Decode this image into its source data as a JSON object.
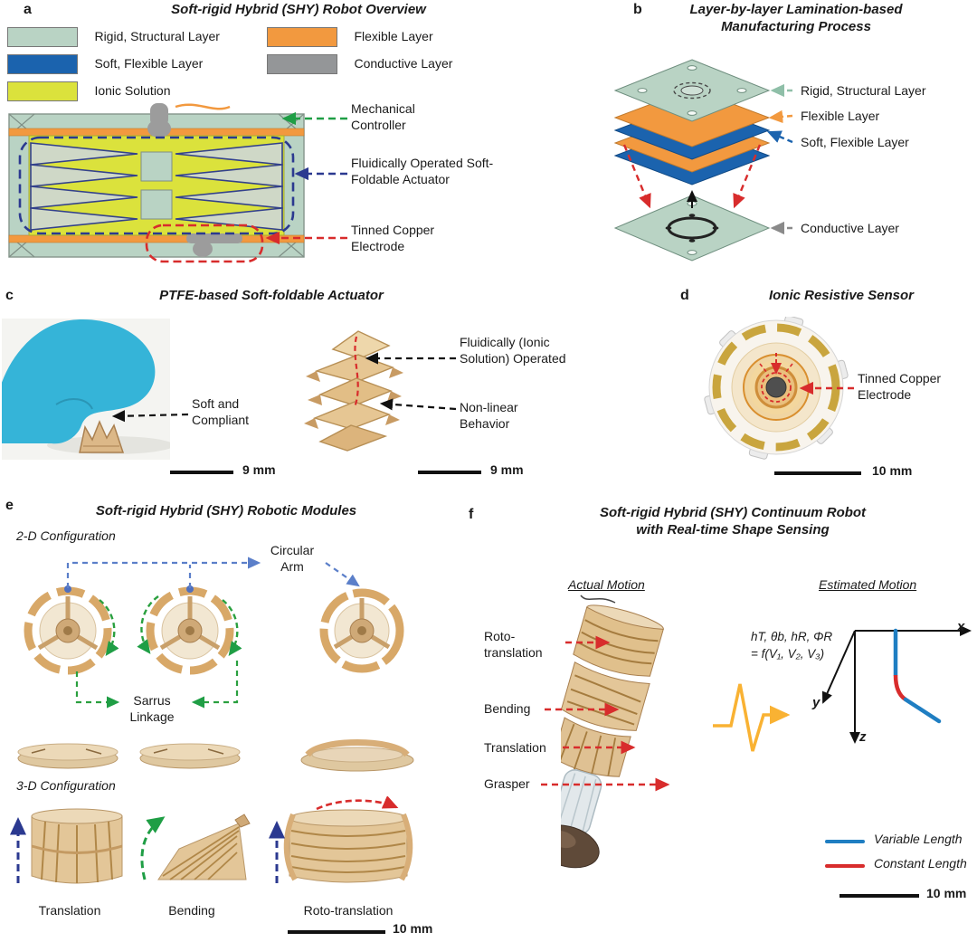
{
  "panel_a": {
    "label": "a",
    "title": "Soft-rigid Hybrid (SHY) Robot Overview",
    "legend": [
      {
        "label": "Rigid, Structural Layer",
        "color": "#b9d3c4"
      },
      {
        "label": "Soft, Flexible Layer",
        "color": "#1b63ae"
      },
      {
        "label": "Ionic Solution",
        "color": "#dbe23c"
      },
      {
        "label": "Flexible Layer",
        "color": "#f2993f"
      },
      {
        "label": "Conductive Layer",
        "color": "#949698"
      }
    ],
    "annotations": {
      "controller": "Mechanical Controller",
      "actuator": "Fluidically Operated Soft-Foldable Actuator",
      "electrode": "Tinned Copper Electrode"
    }
  },
  "panel_b": {
    "label": "b",
    "title_line1": "Layer-by-layer Lamination-based",
    "title_line2": "Manufacturing Process",
    "annotations": {
      "rigid": "Rigid, Structural Layer",
      "flexible": "Flexible Layer",
      "soft": "Soft, Flexible Layer",
      "conductive": "Conductive Layer"
    }
  },
  "panel_c": {
    "label": "c",
    "title": "PTFE-based Soft-foldable Actuator",
    "annotations": {
      "soft_compliant": "Soft and Compliant",
      "fluidic": "Fluidically (Ionic Solution) Operated",
      "nonlinear": "Non-linear Behavior"
    },
    "scale_left": "9 mm",
    "scale_right": "9 mm"
  },
  "panel_d": {
    "label": "d",
    "title": "Ionic Resistive Sensor",
    "annotation": "Tinned Copper Electrode",
    "scale": "10 mm"
  },
  "panel_e": {
    "label": "e",
    "title": "Soft-rigid Hybrid (SHY) Robotic Modules",
    "config_2d": "2-D Configuration",
    "config_3d": "3-D Configuration",
    "circular_arm": "Circular Arm",
    "sarrus_linkage": "Sarrus Linkage",
    "captions": [
      "Translation",
      "Bending",
      "Roto-translation"
    ],
    "scale": "10 mm"
  },
  "panel_f": {
    "label": "f",
    "title_line1": "Soft-rigid Hybrid (SHY) Continuum Robot",
    "title_line2": "with Real-time Shape Sensing",
    "actual_motion": "Actual Motion",
    "estimated_motion": "Estimated Motion",
    "motion_labels": [
      "Roto-translation",
      "Bending",
      "Translation",
      "Grasper"
    ],
    "formula_line1": "hT, θb, hR, ΦR",
    "formula_line2": "= f(V₁, V₂, V₃)",
    "axis_x": "x",
    "axis_y": "y",
    "axis_z": "z",
    "legend": [
      {
        "label": "Variable Length",
        "color": "#1f7ec2"
      },
      {
        "label": "Constant Length",
        "color": "#d82c2c"
      }
    ],
    "scale": "10 mm"
  },
  "colors": {
    "rigid_layer": "#b9d3c4",
    "soft_layer": "#1b63ae",
    "ionic_solution": "#dbe23c",
    "flexible_layer": "#f2993f",
    "conductive_layer": "#949698",
    "annotation_red": "#d82c2c",
    "annotation_green": "#1f9e45",
    "annotation_blue": "#2b3990",
    "circular_arm_blue": "#5b7fc9",
    "waveform_orange": "#f9b233"
  }
}
